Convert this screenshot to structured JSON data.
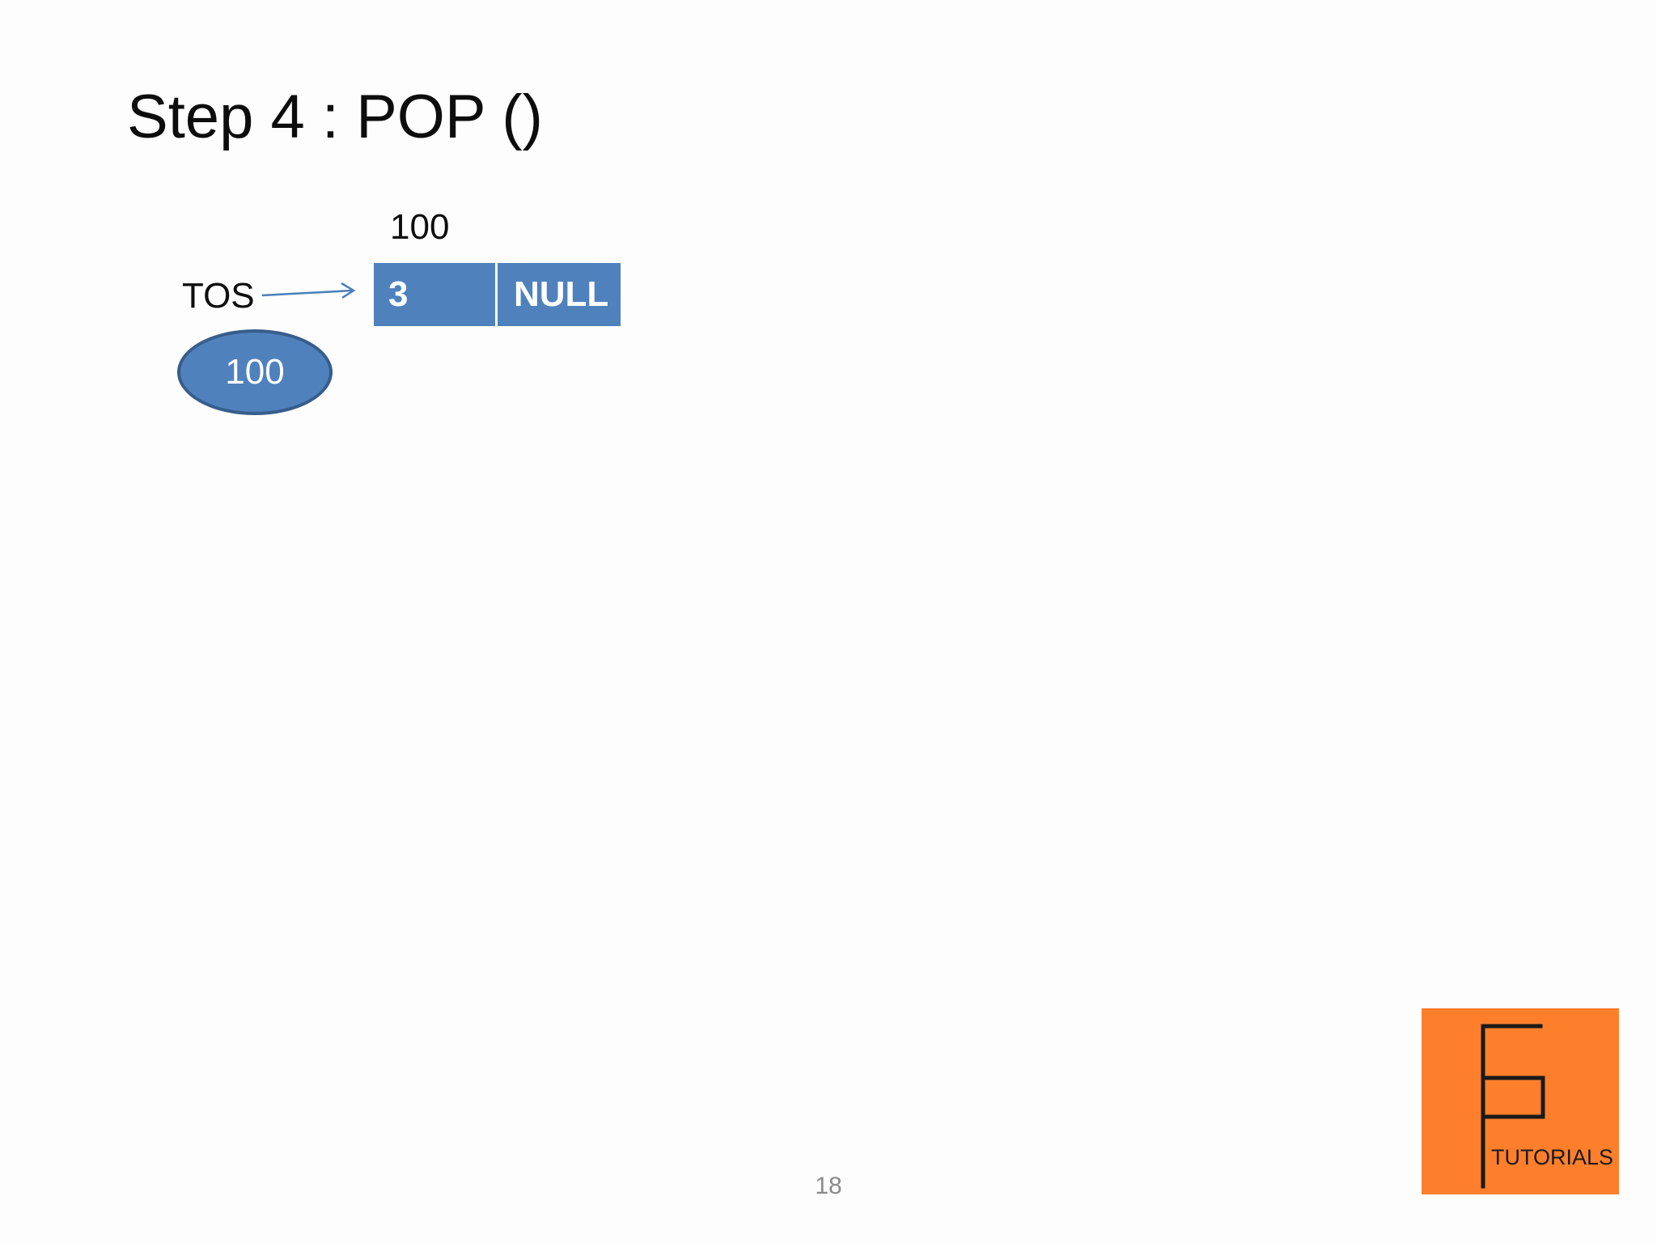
{
  "slide": {
    "title": "Step 4 : POP ()",
    "page_number": "18"
  },
  "diagram": {
    "node_address": "100",
    "tos_label": "TOS",
    "node": {
      "data": "3",
      "next": "NULL"
    },
    "tos_value": "100"
  },
  "logo": {
    "text": "TUTORIALS"
  },
  "colors": {
    "node_fill": "#4f81bd",
    "oval_border": "#385d8a",
    "logo_background": "#fd7f2c",
    "text": "#0d0d0d"
  }
}
